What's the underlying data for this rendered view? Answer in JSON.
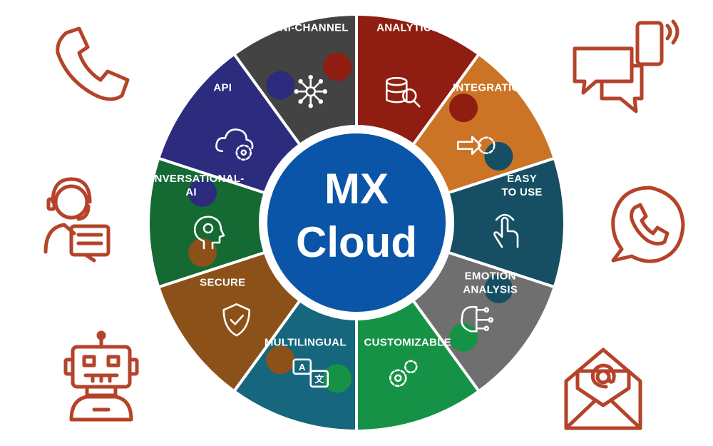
{
  "center": {
    "line1": "MX",
    "line2": "Cloud",
    "color": "#0b55a8"
  },
  "segments": [
    {
      "label": "ANALYTICS",
      "color": "#8f1d12",
      "icon": "database-search-icon"
    },
    {
      "label": "INTEGRATION",
      "color": "#cc7426",
      "icon": "arrow-gear-icon"
    },
    {
      "label": "EASY TO USE",
      "lines": [
        "EASY",
        "TO USE"
      ],
      "color": "#164f63",
      "icon": "touch-hand-icon"
    },
    {
      "label": "EMOTION ANALYSIS",
      "lines": [
        "EMOTION",
        "ANALYSIS"
      ],
      "color": "#6f6f6f",
      "icon": "brain-circuit-icon"
    },
    {
      "label": "CUSTOMIZABLE",
      "color": "#169246",
      "icon": "gears-icon"
    },
    {
      "label": "MULTILINGUAL",
      "color": "#16667e",
      "icon": "translate-icon"
    },
    {
      "label": "SECURE",
      "color": "#8c5119",
      "icon": "shield-check-icon"
    },
    {
      "label": "CONVERSATIONAL-AI",
      "lines": [
        "CONVERSATIONAL-",
        "AI"
      ],
      "color": "#156a34",
      "icon": "head-gears-icon"
    },
    {
      "label": "API",
      "color": "#2c2b7e",
      "icon": "cloud-gear-icon"
    },
    {
      "label": "OMNI-CHANNEL",
      "color": "#434343",
      "icon": "network-hub-icon"
    }
  ],
  "side_icons": {
    "left": [
      "phone-icon",
      "agent-headset-icon",
      "robot-icon"
    ],
    "right": [
      "chat-mobile-icon",
      "whatsapp-icon",
      "email-icon"
    ],
    "color": "#b5432a"
  }
}
